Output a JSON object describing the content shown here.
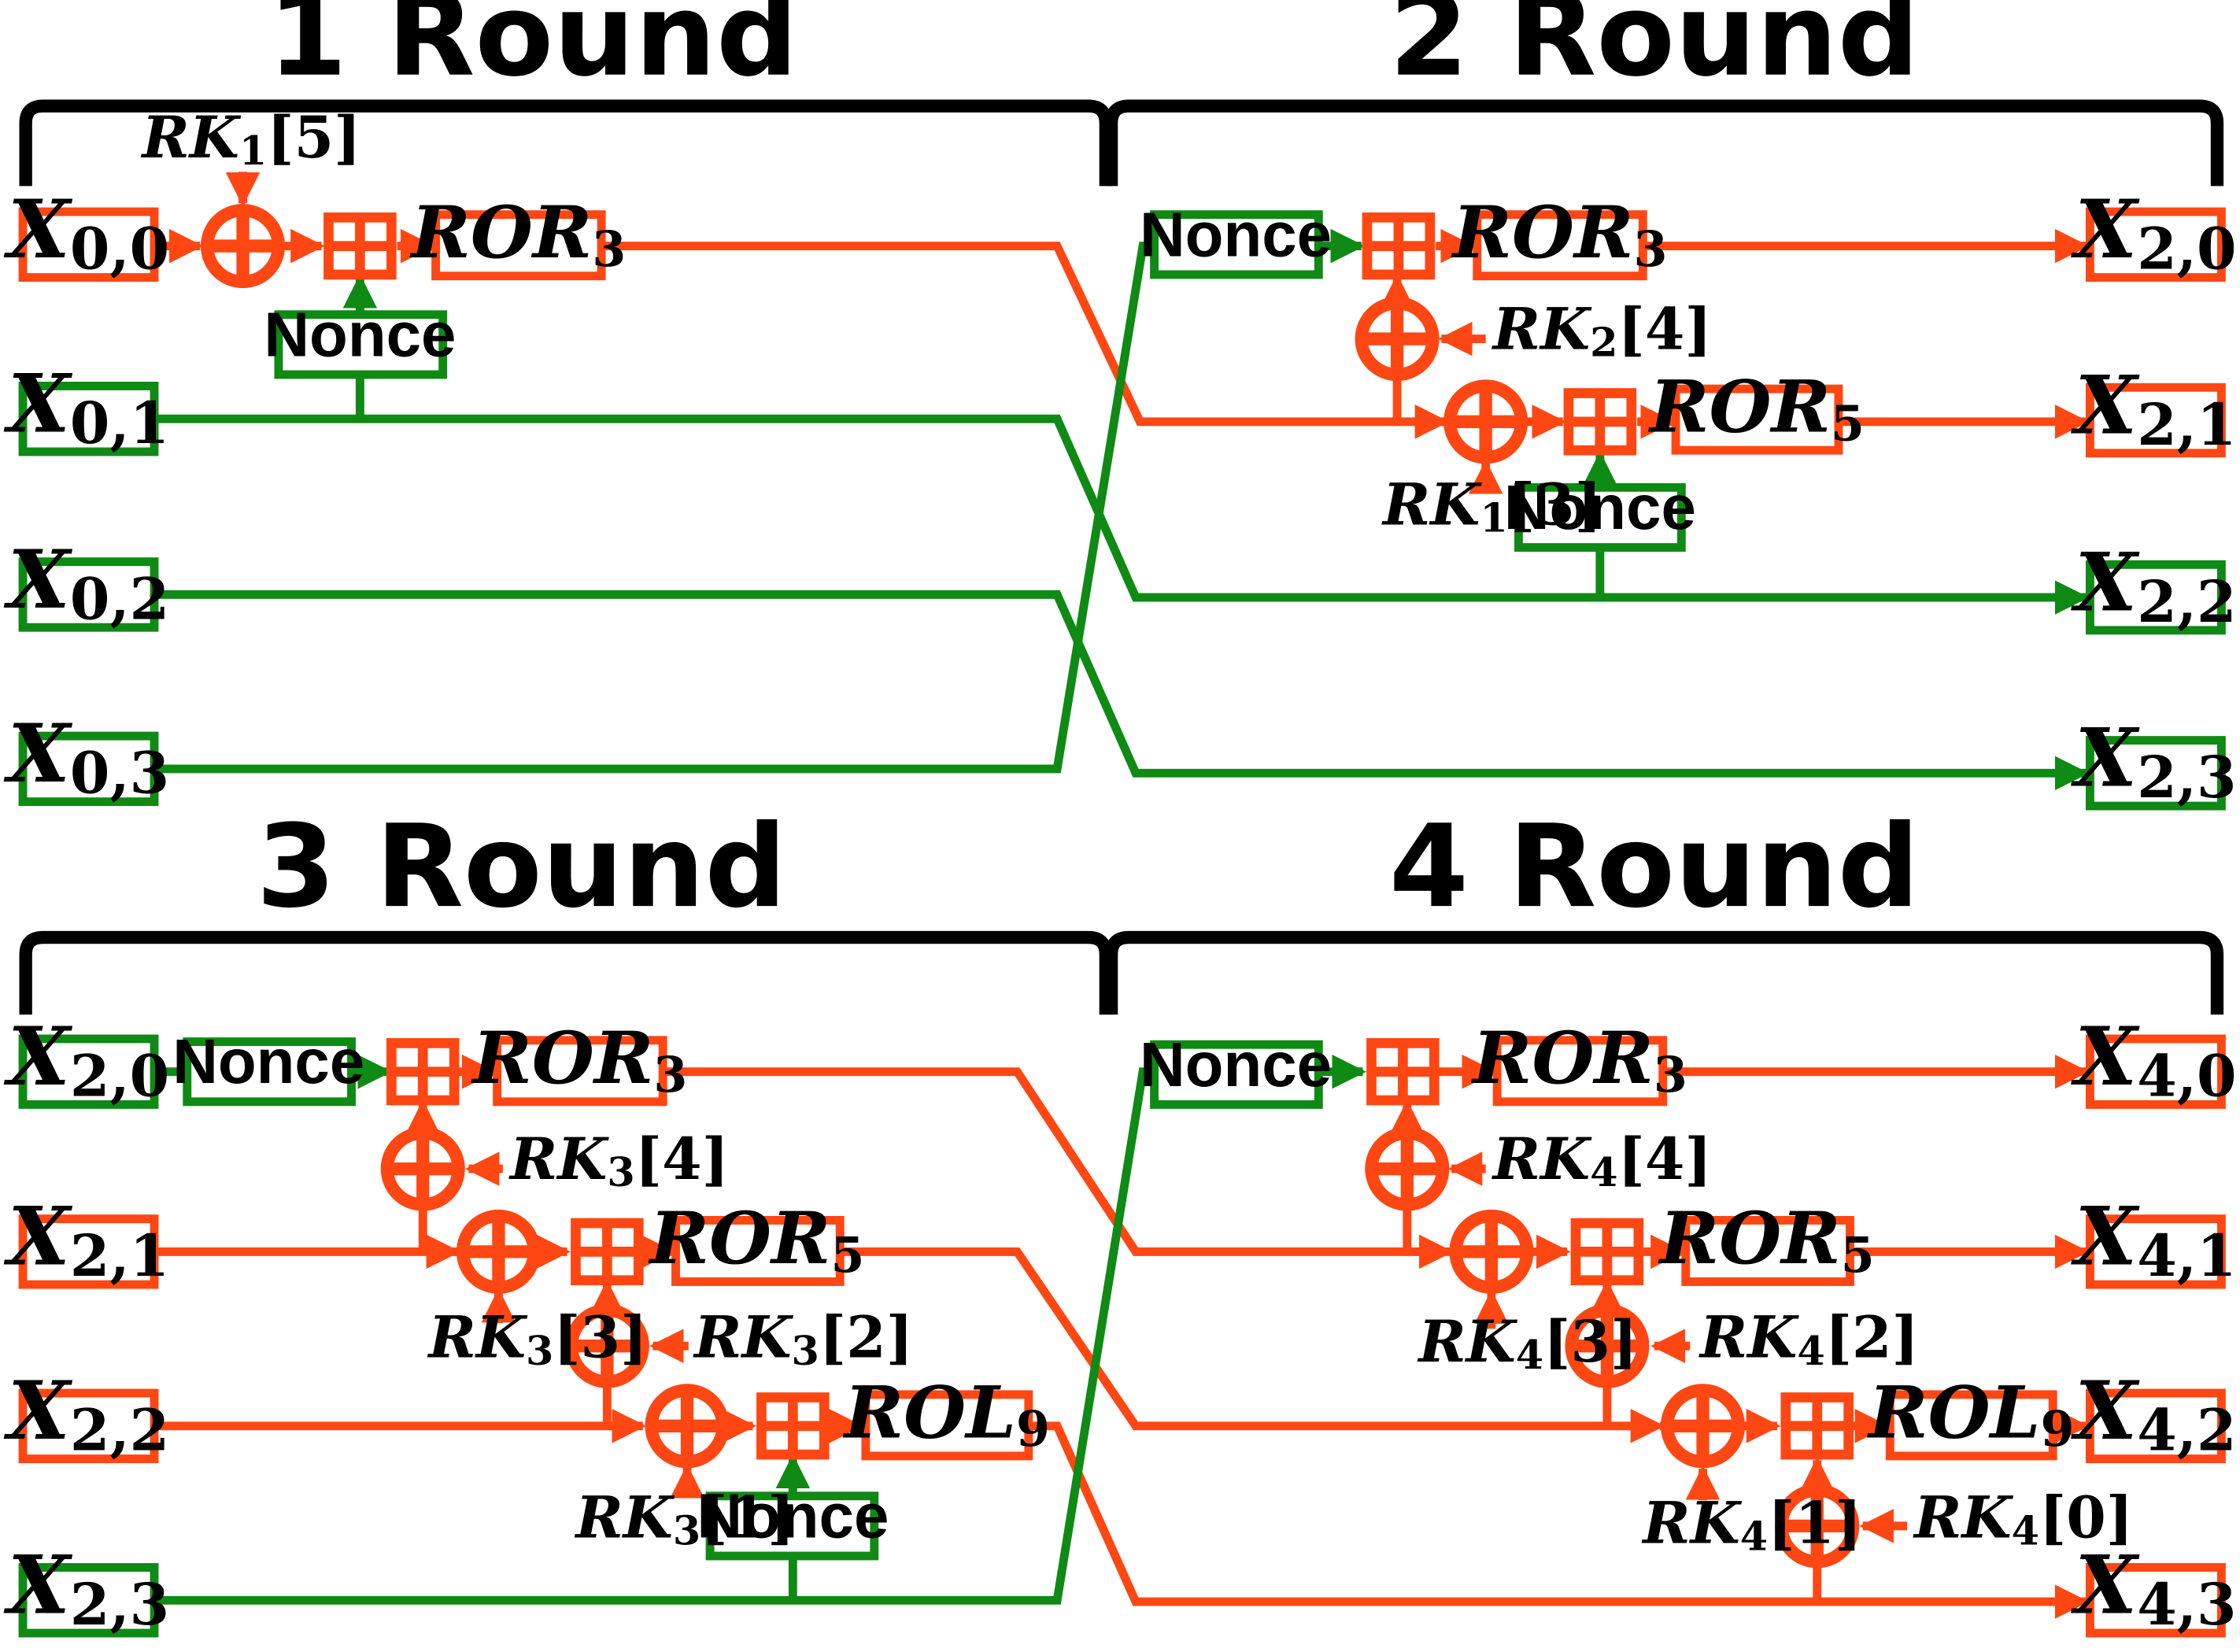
{
  "rounds": [
    {
      "title": "1 Round"
    },
    {
      "title": "2 Round"
    },
    {
      "title": "3 Round"
    },
    {
      "title": "4 Round"
    }
  ],
  "vars": {
    "x00": {
      "base": "X",
      "sub": "0,0"
    },
    "x01": {
      "base": "X",
      "sub": "0,1"
    },
    "x02": {
      "base": "X",
      "sub": "0,2"
    },
    "x03": {
      "base": "X",
      "sub": "0,3"
    },
    "y20": {
      "base": "X",
      "sub": "2,0"
    },
    "y21": {
      "base": "X",
      "sub": "2,1"
    },
    "y22": {
      "base": "X",
      "sub": "2,2"
    },
    "y23": {
      "base": "X",
      "sub": "2,3"
    },
    "z20": {
      "base": "X",
      "sub": "2,0"
    },
    "z21": {
      "base": "X",
      "sub": "2,1"
    },
    "z22": {
      "base": "X",
      "sub": "2,2"
    },
    "z23": {
      "base": "X",
      "sub": "2,3"
    },
    "w40": {
      "base": "X",
      "sub": "4,0"
    },
    "w41": {
      "base": "X",
      "sub": "4,1"
    },
    "w42": {
      "base": "X",
      "sub": "4,2"
    },
    "w43": {
      "base": "X",
      "sub": "4,3"
    }
  },
  "ops": {
    "r1": {
      "base": "ROR",
      "sub": "3"
    },
    "r2a": {
      "base": "ROR",
      "sub": "3"
    },
    "r2b": {
      "base": "ROR",
      "sub": "5"
    },
    "r3a": {
      "base": "ROR",
      "sub": "3"
    },
    "r3b": {
      "base": "ROR",
      "sub": "5"
    },
    "r3c": {
      "base": "ROL",
      "sub": "9"
    },
    "r4a": {
      "base": "ROR",
      "sub": "3"
    },
    "r4b": {
      "base": "ROR",
      "sub": "5"
    },
    "r4c": {
      "base": "ROL",
      "sub": "9"
    }
  },
  "nonce_label": "Nonce",
  "keys": {
    "k15": {
      "base": "RK",
      "sub": "1",
      "idx": "[5]"
    },
    "k24": {
      "base": "RK",
      "sub": "2",
      "idx": "[4]"
    },
    "k13": {
      "base": "RK",
      "sub": "1",
      "idx": "[3]"
    },
    "k34": {
      "base": "RK",
      "sub": "3",
      "idx": "[4]"
    },
    "k33": {
      "base": "RK",
      "sub": "3",
      "idx": "[3]"
    },
    "k32": {
      "base": "RK",
      "sub": "3",
      "idx": "[2]"
    },
    "k31": {
      "base": "RK",
      "sub": "3",
      "idx": "[1]"
    },
    "k44": {
      "base": "RK",
      "sub": "4",
      "idx": "[4]"
    },
    "k43": {
      "base": "RK",
      "sub": "4",
      "idx": "[3]"
    },
    "k42": {
      "base": "RK",
      "sub": "4",
      "idx": "[2]"
    },
    "k41": {
      "base": "RK",
      "sub": "4",
      "idx": "[1]"
    },
    "k40": {
      "base": "RK",
      "sub": "4",
      "idx": "[0]"
    }
  },
  "colors": {
    "red": "#ff4713",
    "green": "#0f8a14",
    "text": "#000000"
  }
}
